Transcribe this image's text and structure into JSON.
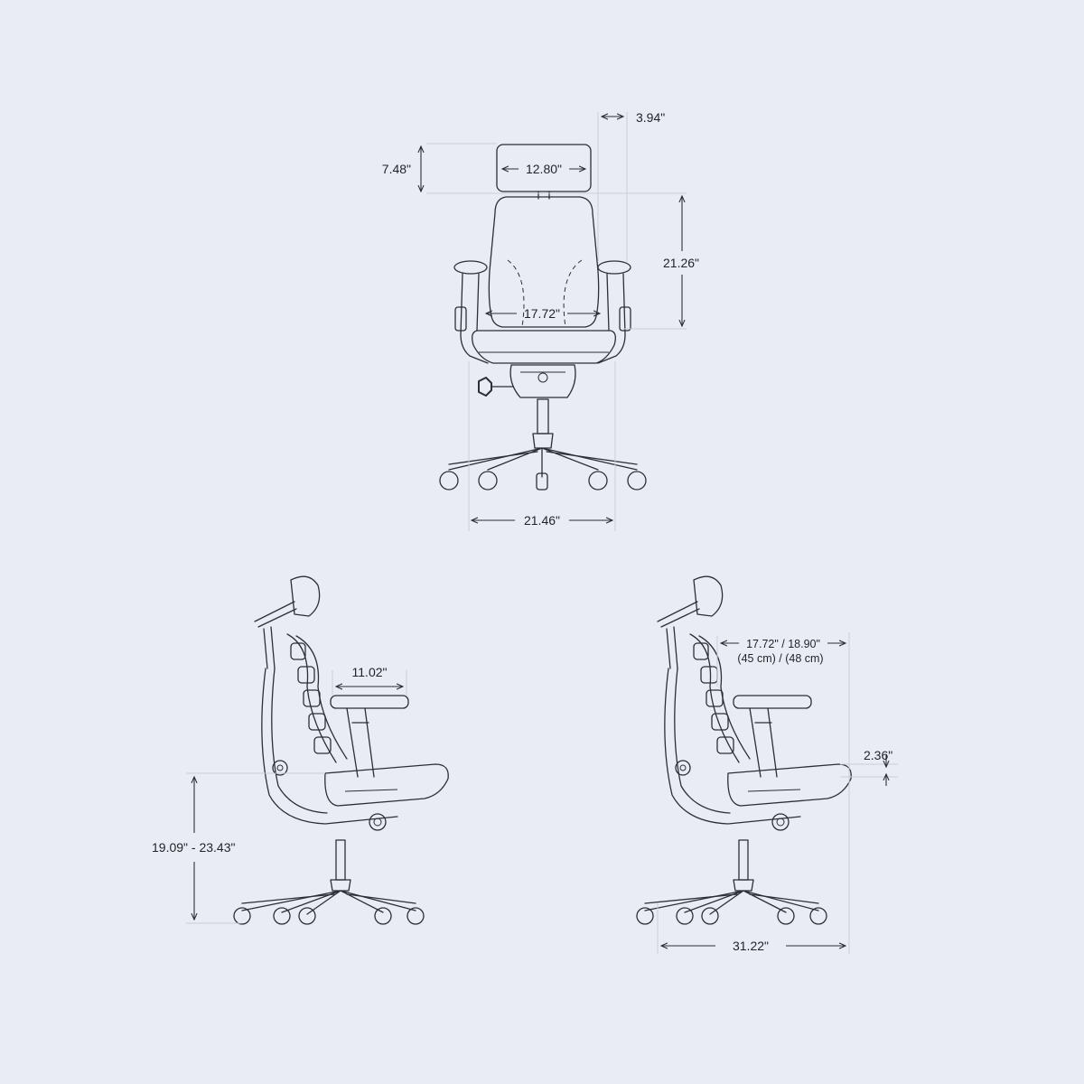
{
  "dimensions": {
    "armrest_offset": "3.94\"",
    "headrest_height": "7.48\"",
    "headrest_width": "12.80\"",
    "backrest_height": "21.26\"",
    "seat_width": "17.72\"",
    "base_width": "21.46\"",
    "armrest_length": "11.02\"",
    "seat_height": "19.09\" - 23.43\"",
    "seat_depth": "17.72\" / 18.90\"",
    "seat_depth_cm": "(45 cm) / (48 cm)",
    "seat_depth_adjust": "2.36\"",
    "overall_depth": "31.22\""
  },
  "colors": {
    "background": "#e9edf3",
    "line": "#2b2f36",
    "extension": "#c9ced6"
  }
}
